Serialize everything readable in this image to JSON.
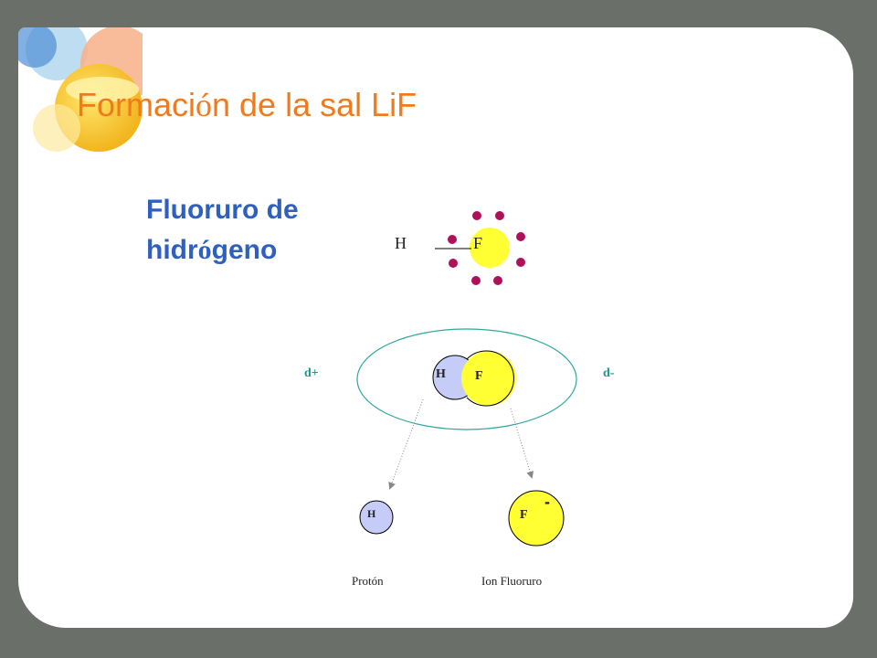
{
  "slide": {
    "title_part1": "Formaci",
    "title_accent": "ó",
    "title_part2": "n de la sal LiF",
    "subtitle_line1": "Fluoruro de",
    "subtitle_line2_part1": "hidr",
    "subtitle_line2_accent": "ó",
    "subtitle_line2_part2": "geno"
  },
  "diagram": {
    "molecule_labels": {
      "h": "H",
      "f": "F"
    },
    "polar_labels": {
      "h": "H",
      "f": "F",
      "positive": "d+",
      "negative": "d-"
    },
    "ion_labels": {
      "h": "H",
      "f": "F",
      "charge": "-"
    },
    "captions": {
      "proton": "Protón",
      "fluoride": "Ion Fluoruro"
    }
  },
  "colors": {
    "background": "#6b6f69",
    "title": "#f07a1c",
    "subtitle": "#2f5fbf",
    "fluorine": "#ffff33",
    "hydrogen": "#c5ccf7",
    "electron": "#b0105a",
    "ellipse": "#2ea89a",
    "polar_text": "#1a9a8a"
  },
  "icons": {
    "decoration": "chemistry-flask-photo"
  }
}
